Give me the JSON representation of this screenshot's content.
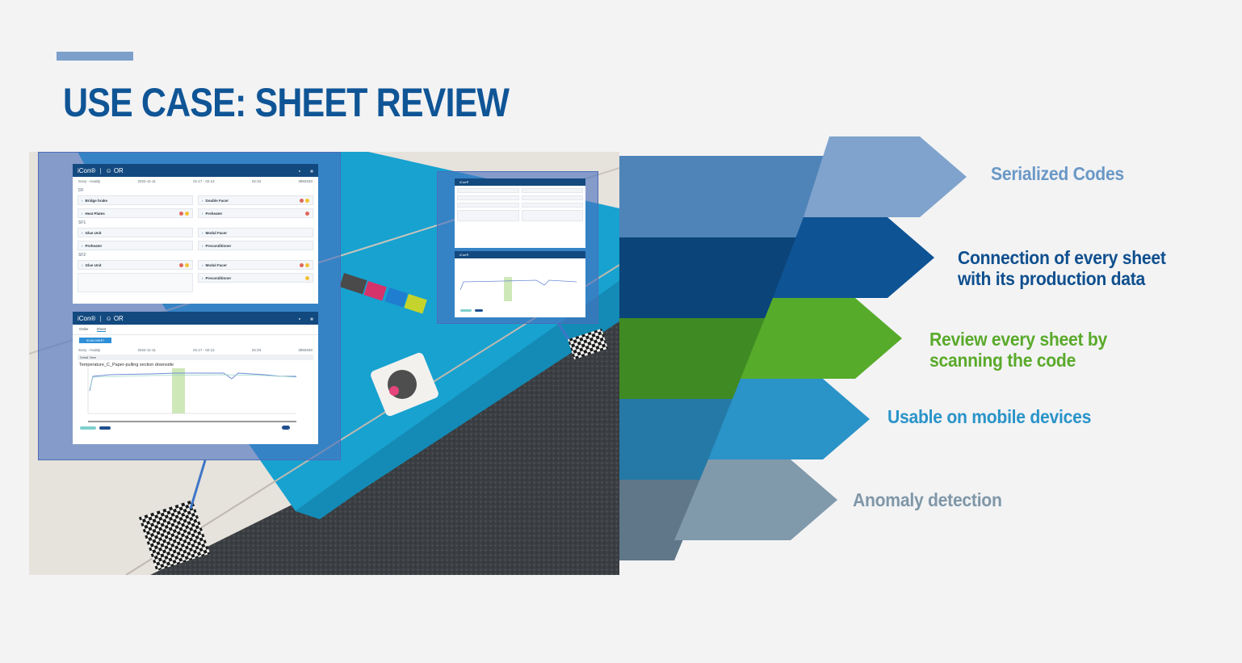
{
  "title": "USE CASE: SHEET REVIEW",
  "features": [
    {
      "lines": [
        "Serialized Codes"
      ],
      "color": "#6a98c6"
    },
    {
      "lines": [
        "Connection of every sheet",
        "with its production data"
      ],
      "color": "#0f4f8e"
    },
    {
      "lines": [
        "Review every sheet by",
        "scanning the code"
      ],
      "color": "#5aaa2b"
    },
    {
      "lines": [
        "Usable on mobile devices"
      ],
      "color": "#2a94c8"
    },
    {
      "lines": [
        "Anomaly detection"
      ],
      "color": "#7f97a8"
    }
  ],
  "screenshot_main": {
    "brand": "iCon®",
    "section_a": "DF",
    "section_b": "SF1",
    "section_c": "SF2",
    "header_values": [
      "Sony - Huddy",
      "2022-11-11",
      "01:17 - 02:12",
      "02:33",
      "3892630"
    ],
    "items": [
      [
        "Bridge brake",
        "Double Facer"
      ],
      [
        "Heat Plates",
        "Preheater"
      ],
      [
        "Glue Unit",
        "Modul Facer"
      ],
      [
        "Preheater",
        "Preconditioner"
      ],
      [
        "Glue Unit",
        "Modul Facer"
      ]
    ],
    "last_item": "Preconditioner"
  },
  "screenshot_chart": {
    "brand": "iCon®",
    "tabs": [
      "Order",
      "Sheet"
    ],
    "button": "SCAN SHEET",
    "meta": [
      "Sony - Huddy",
      "2022-11-11",
      "01:17 - 02:12",
      "02:33",
      "3892630"
    ],
    "panel_label": "Detail View",
    "chart_title": "Temperature_C_Paper-pulling section downside"
  }
}
